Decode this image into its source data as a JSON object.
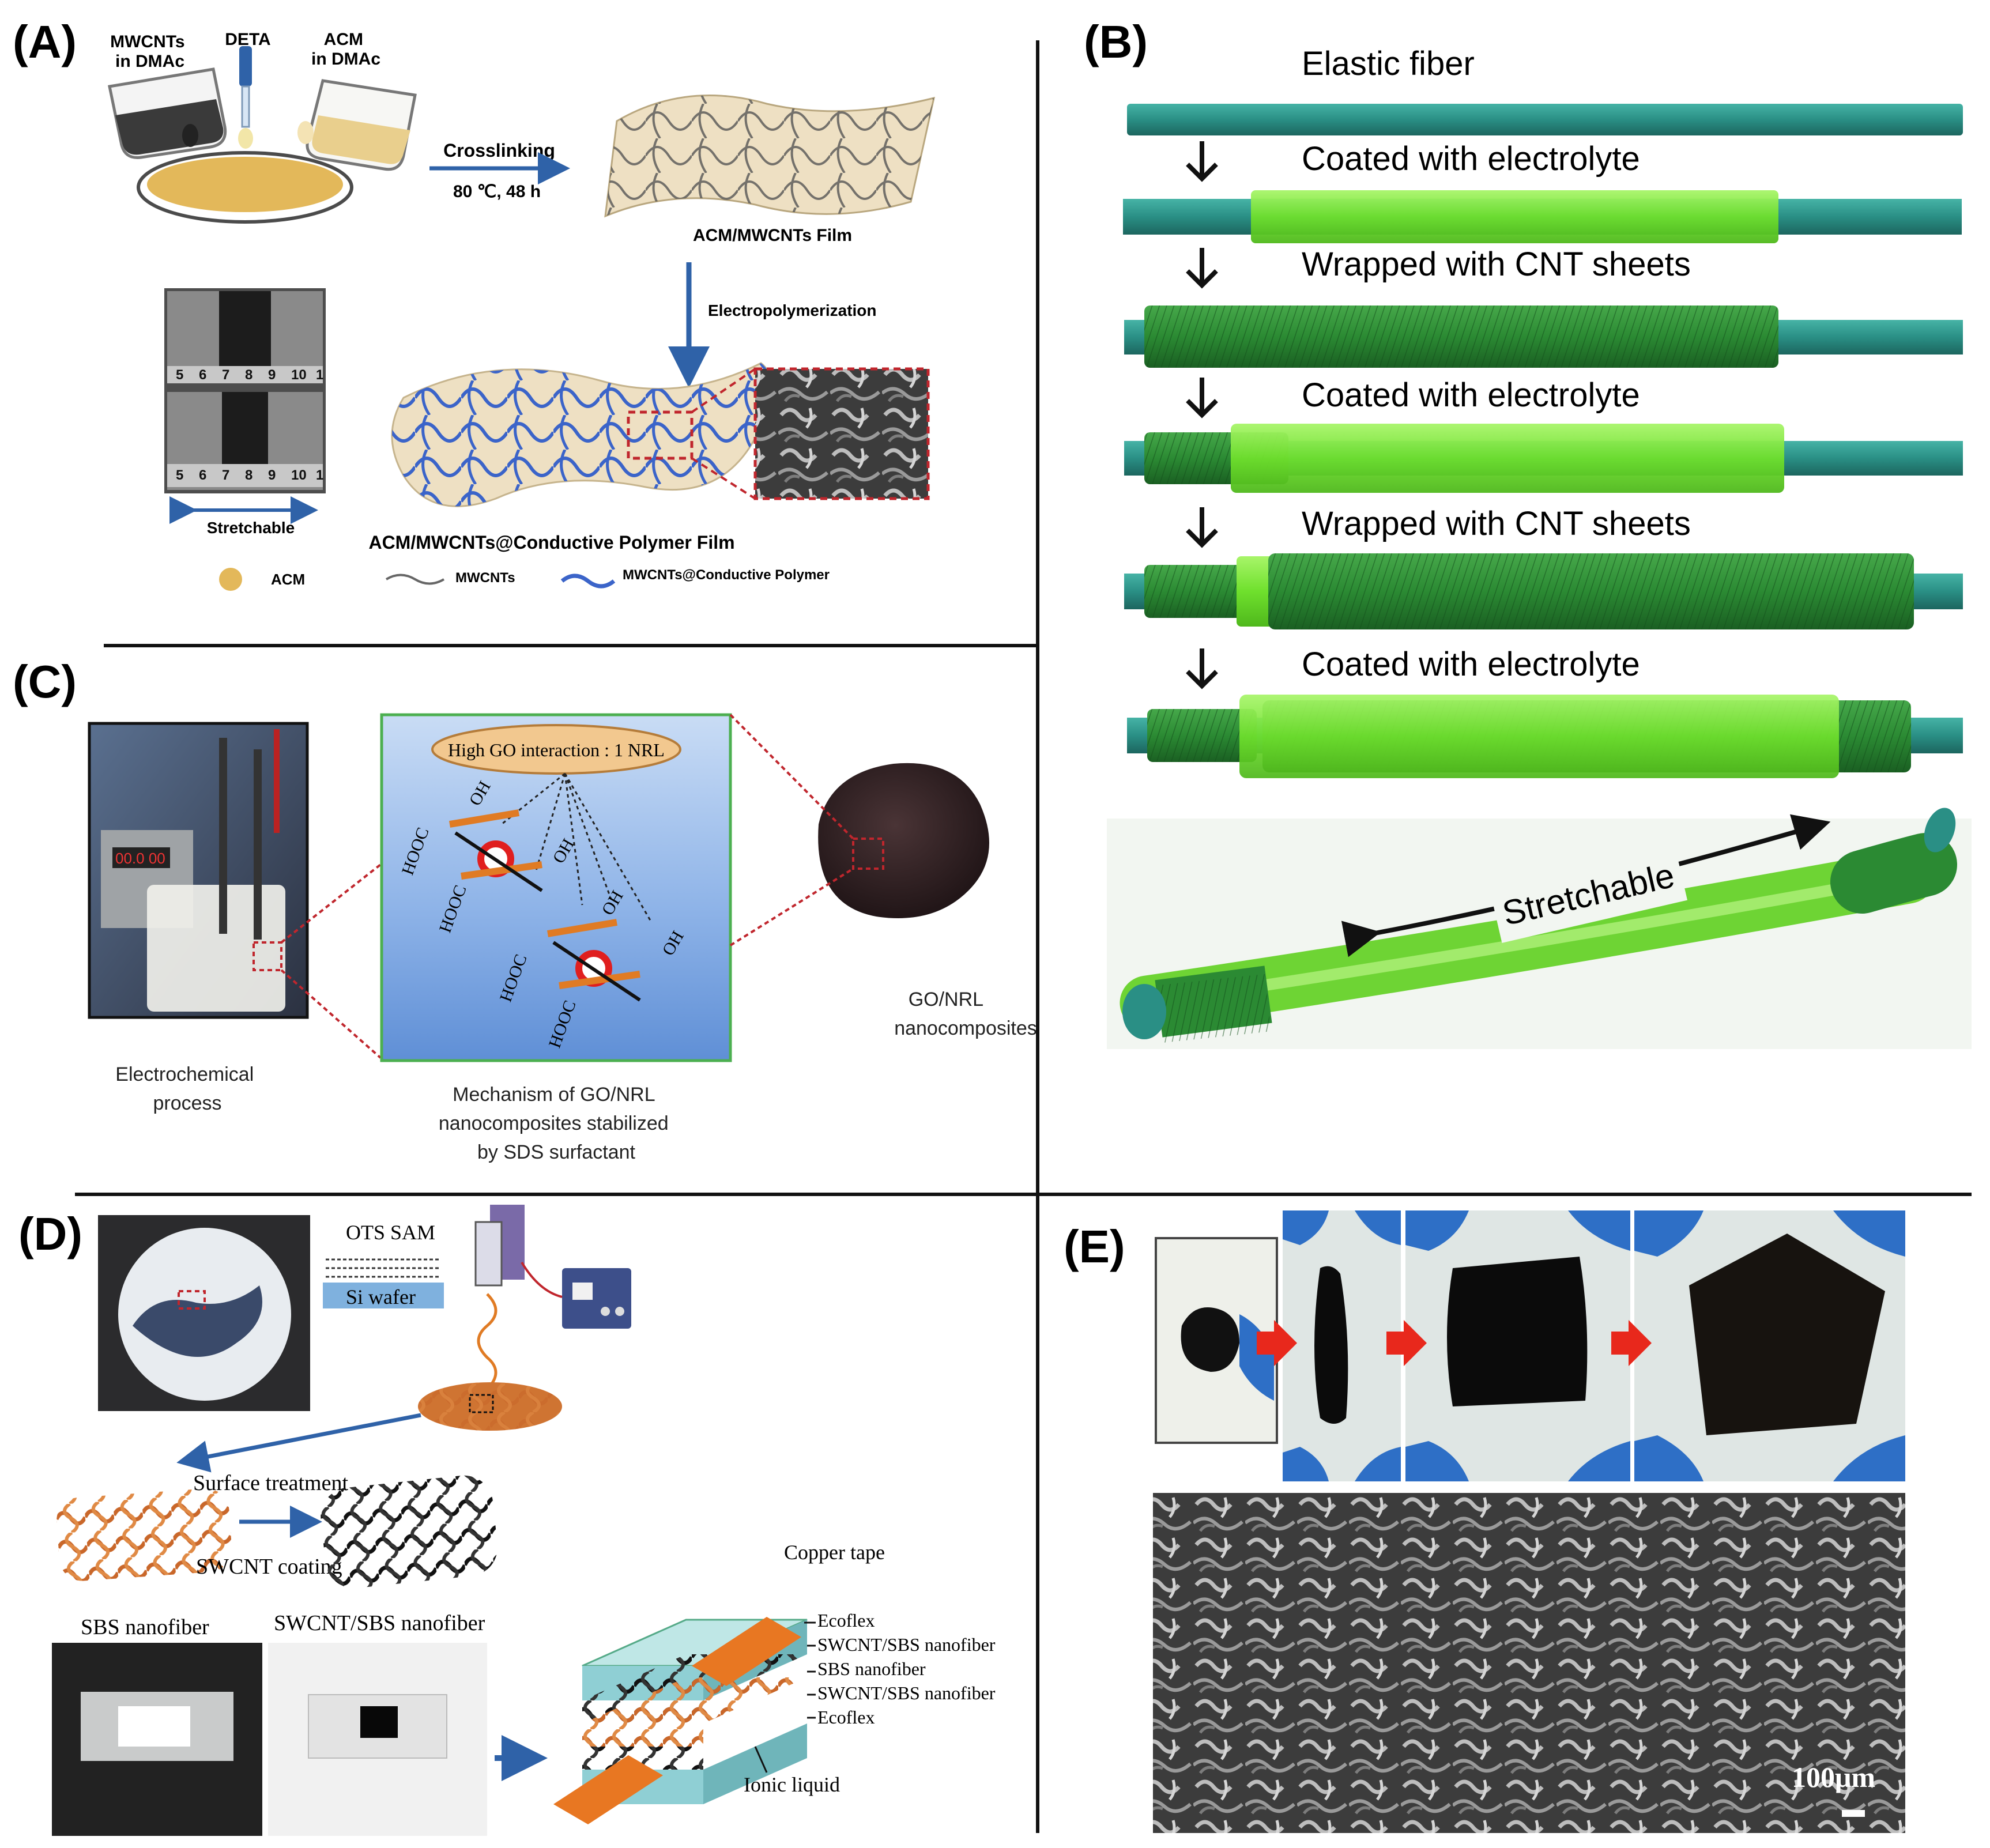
{
  "panels": {
    "A": {
      "label": "(A)",
      "reagents": [
        "MWCNTs in DMAc",
        "DETA",
        "ACM in DMAc"
      ],
      "reagent_lines": [
        [
          "MWCNTs",
          "in DMAc"
        ],
        [
          "DETA"
        ],
        [
          "ACM",
          "in DMAc"
        ]
      ],
      "process": "Crosslinking",
      "condition": "80 ℃, 48 h",
      "film1": "ACM/MWCNTs Film",
      "step2": "Electropolymerization",
      "stretch": "Stretchable",
      "film2": "ACM/MWCNTs@Conductive Polymer Film",
      "legend": [
        "ACM",
        "MWCNTs",
        "MWCNTs@Conductive Polymer"
      ],
      "ruler_numbers": [
        "5",
        "6",
        "7",
        "8",
        "9",
        "10",
        "1"
      ]
    },
    "B": {
      "label": "(B)",
      "steps": [
        "Elastic fiber",
        "Coated with electrolyte",
        "Wrapped with CNT sheets",
        "Coated with electrolyte",
        "Wrapped with CNT sheets",
        "Coated with electrolyte"
      ],
      "stretch": "Stretchable"
    },
    "C": {
      "label": "(C)",
      "cap1_lines": [
        "Electrochemical",
        "process"
      ],
      "cap2_lines": [
        "Mechanism of GO/NRL",
        "nanocomposites stabilized",
        "by SDS surfactant"
      ],
      "cap3_lines": [
        "GO/NRL",
        "nanocomposites"
      ],
      "bubble": "High GO interaction : 1 NRL",
      "groups": [
        "HOOC",
        "OH"
      ]
    },
    "D": {
      "label": "(D)",
      "ots": "OTS SAM",
      "si": "Si wafer",
      "surface": "Surface treatment",
      "coating": "SWCNT coating",
      "sbs": "SBS nanofiber",
      "swcnt_sbs": "SWCNT/SBS nanofiber",
      "copper": "Copper tape",
      "layers": [
        "Ecoflex",
        "SWCNT/SBS nanofiber",
        "SBS nanofiber",
        "SWCNT/SBS nanofiber",
        "Ecoflex"
      ],
      "ionic": "Ionic liquid"
    },
    "E": {
      "label": "(E)",
      "scale": "100μm"
    }
  },
  "colors": {
    "teal": "#2a8f85",
    "teal_dark": "#1e6f67",
    "lime": "#7ee83a",
    "green_dark": "#2f8f3a",
    "orange": "#e87722",
    "blue_arrow": "#2f62a8",
    "red_dash": "#c0262d"
  }
}
